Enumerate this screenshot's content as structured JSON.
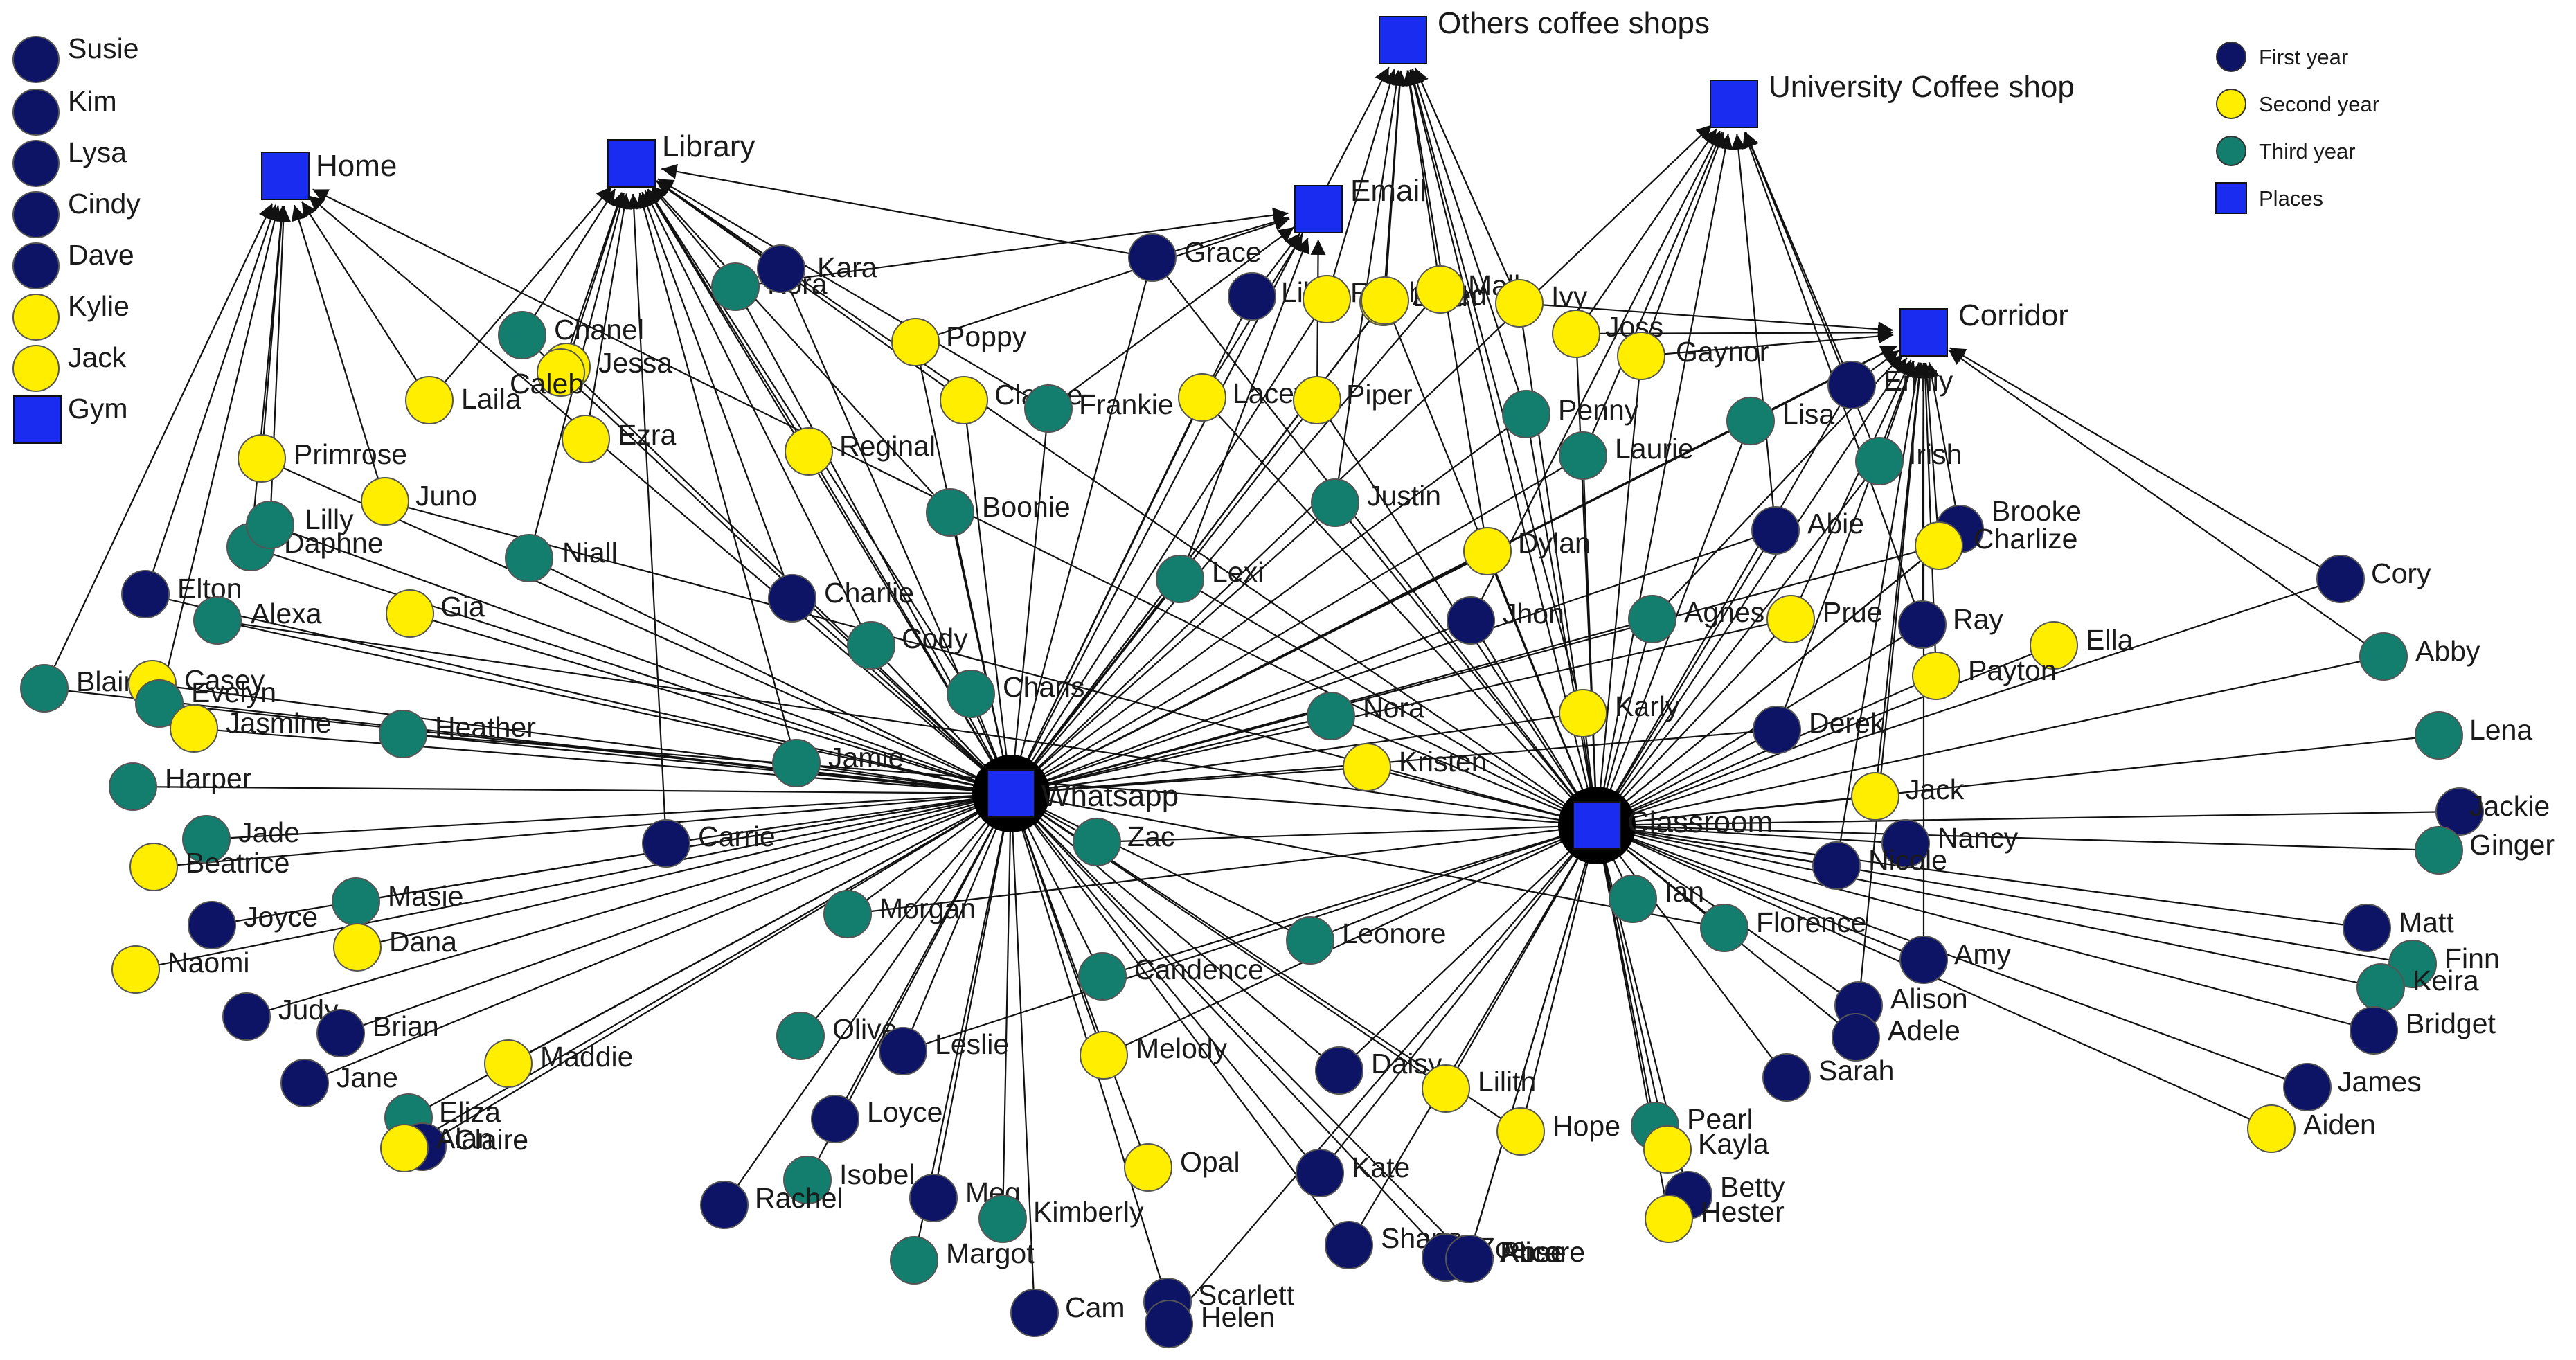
{
  "colors": {
    "first_year": "#0d1466",
    "second_year": "#ffee00",
    "third_year": "#137e6d",
    "place": "#1a2cf0",
    "edge": "#111111",
    "node_stroke": "#555555"
  },
  "legend": {
    "first_year": "First year",
    "second_year": "Second year",
    "third_year": "Third year",
    "places": "Places"
  },
  "places": [
    {
      "id": "whatsapp",
      "label": "Whatsapp"
    },
    {
      "id": "classroom",
      "label": "Classroom"
    },
    {
      "id": "home",
      "label": "Home"
    },
    {
      "id": "library",
      "label": "Library"
    },
    {
      "id": "email",
      "label": "Email"
    },
    {
      "id": "others",
      "label": "Others coffee shops"
    },
    {
      "id": "univ",
      "label": "University Coffee shop"
    },
    {
      "id": "corridor",
      "label": "Corridor"
    },
    {
      "id": "gym",
      "label": "Gym"
    }
  ],
  "isolates": [
    {
      "label": "Susie",
      "year": "first_year"
    },
    {
      "label": "Kim",
      "year": "first_year"
    },
    {
      "label": "Lysa",
      "year": "first_year"
    },
    {
      "label": "Cindy",
      "year": "first_year"
    },
    {
      "label": "Dave",
      "year": "first_year"
    },
    {
      "label": "Kylie",
      "year": "second_year"
    },
    {
      "label": "Jack",
      "year": "second_year"
    }
  ],
  "students": [
    {
      "label": "Grace",
      "year": "first_year",
      "links": [
        "whatsapp",
        "classroom",
        "email",
        "library"
      ]
    },
    {
      "label": "Kora",
      "year": "third_year",
      "links": [
        "whatsapp",
        "library",
        "email"
      ]
    },
    {
      "label": "Kara",
      "year": "first_year",
      "links": [
        "whatsapp",
        "library"
      ]
    },
    {
      "label": "Chanel",
      "year": "third_year",
      "links": [
        "library",
        "whatsapp"
      ]
    },
    {
      "label": "Jessa",
      "year": "second_year",
      "links": [
        "library",
        "whatsapp"
      ]
    },
    {
      "label": "Caleb",
      "year": "second_year",
      "links": [
        "library"
      ]
    },
    {
      "label": "Laila",
      "year": "second_year",
      "links": [
        "home",
        "library"
      ]
    },
    {
      "label": "Poppy",
      "year": "second_year",
      "links": [
        "whatsapp",
        "email"
      ]
    },
    {
      "label": "Clarice",
      "year": "second_year",
      "links": [
        "whatsapp",
        "library"
      ]
    },
    {
      "label": "Frankie",
      "year": "third_year",
      "links": [
        "whatsapp",
        "library",
        "email"
      ]
    },
    {
      "label": "Lacey",
      "year": "second_year",
      "links": [
        "whatsapp",
        "classroom",
        "email"
      ]
    },
    {
      "label": "Piper",
      "year": "second_year",
      "links": [
        "whatsapp",
        "classroom",
        "email"
      ]
    },
    {
      "label": "Lily",
      "year": "first_year",
      "links": [
        "whatsapp",
        "email"
      ]
    },
    {
      "label": "Ralph",
      "year": "second_year",
      "links": [
        "whatsapp",
        "others"
      ]
    },
    {
      "label": "Edith",
      "year": "second_year",
      "links": [
        "whatsapp",
        "others"
      ]
    },
    {
      "label": "Alfred",
      "year": "second_year",
      "links": [
        "whatsapp",
        "classroom",
        "others"
      ]
    },
    {
      "label": "Mall",
      "year": "second_year",
      "links": [
        "whatsapp",
        "others"
      ]
    },
    {
      "label": "Ivy",
      "year": "second_year",
      "links": [
        "classroom",
        "others",
        "corridor"
      ]
    },
    {
      "label": "Joss",
      "year": "second_year",
      "links": [
        "classroom",
        "corridor",
        "univ"
      ]
    },
    {
      "label": "Gaynor",
      "year": "second_year",
      "links": [
        "classroom",
        "corridor",
        "univ"
      ]
    },
    {
      "label": "Ezra",
      "year": "second_year",
      "links": [
        "library"
      ]
    },
    {
      "label": "Primrose",
      "year": "second_year",
      "links": [
        "home",
        "whatsapp"
      ]
    },
    {
      "label": "Juno",
      "year": "second_year",
      "links": [
        "home",
        "classroom"
      ]
    },
    {
      "label": "Reginal",
      "year": "second_year",
      "links": [
        "library",
        "whatsapp"
      ]
    },
    {
      "label": "Boonie",
      "year": "third_year",
      "links": [
        "whatsapp",
        "library"
      ]
    },
    {
      "label": "Penny",
      "year": "third_year",
      "links": [
        "whatsapp",
        "classroom",
        "others"
      ]
    },
    {
      "label": "Laurie",
      "year": "third_year",
      "links": [
        "whatsapp",
        "classroom",
        "univ"
      ]
    },
    {
      "label": "Lisa",
      "year": "third_year",
      "links": [
        "whatsapp",
        "classroom",
        "corridor"
      ]
    },
    {
      "label": "Emily",
      "year": "first_year",
      "links": [
        "classroom",
        "corridor",
        "univ"
      ]
    },
    {
      "label": "Irish",
      "year": "third_year",
      "links": [
        "classroom",
        "corridor",
        "univ"
      ]
    },
    {
      "label": "Daphne",
      "year": "third_year",
      "links": [
        "home",
        "whatsapp"
      ]
    },
    {
      "label": "Lilly",
      "year": "third_year",
      "links": [
        "home",
        "whatsapp"
      ]
    },
    {
      "label": "Niall",
      "year": "third_year",
      "links": [
        "whatsapp",
        "library"
      ]
    },
    {
      "label": "Justin",
      "year": "third_year",
      "links": [
        "whatsapp",
        "classroom",
        "others"
      ]
    },
    {
      "label": "Dylan",
      "year": "second_year",
      "links": [
        "whatsapp",
        "classroom",
        "others"
      ]
    },
    {
      "label": "Abie",
      "year": "first_year",
      "links": [
        "whatsapp",
        "classroom",
        "univ"
      ]
    },
    {
      "label": "Brooke",
      "year": "first_year",
      "links": [
        "classroom",
        "corridor"
      ]
    },
    {
      "label": "Charlize",
      "year": "second_year",
      "links": [
        "classroom",
        "corridor",
        "whatsapp"
      ]
    },
    {
      "label": "Cory",
      "year": "first_year",
      "links": [
        "classroom",
        "corridor"
      ]
    },
    {
      "label": "Elton",
      "year": "first_year",
      "links": [
        "whatsapp",
        "home"
      ]
    },
    {
      "label": "Alexa",
      "year": "third_year",
      "links": [
        "whatsapp",
        "classroom"
      ]
    },
    {
      "label": "Gia",
      "year": "second_year",
      "links": [
        "whatsapp"
      ]
    },
    {
      "label": "Charlie",
      "year": "first_year",
      "links": [
        "whatsapp",
        "library"
      ]
    },
    {
      "label": "Lexi",
      "year": "third_year",
      "links": [
        "whatsapp",
        "classroom",
        "email"
      ]
    },
    {
      "label": "Jhon",
      "year": "first_year",
      "links": [
        "whatsapp",
        "classroom",
        "univ"
      ]
    },
    {
      "label": "Agnes",
      "year": "third_year",
      "links": [
        "whatsapp",
        "classroom",
        "corridor"
      ]
    },
    {
      "label": "Prue",
      "year": "second_year",
      "links": [
        "whatsapp",
        "classroom",
        "corridor"
      ]
    },
    {
      "label": "Ray",
      "year": "first_year",
      "links": [
        "classroom",
        "corridor",
        "univ"
      ]
    },
    {
      "label": "Ella",
      "year": "second_year",
      "links": [
        "classroom"
      ]
    },
    {
      "label": "Abby",
      "year": "third_year",
      "links": [
        "classroom",
        "corridor"
      ]
    },
    {
      "label": "Blair",
      "year": "third_year",
      "links": [
        "whatsapp",
        "home"
      ]
    },
    {
      "label": "Casey",
      "year": "second_year",
      "links": [
        "whatsapp"
      ]
    },
    {
      "label": "Evelyn",
      "year": "third_year",
      "links": [
        "whatsapp",
        "home"
      ]
    },
    {
      "label": "Jasmine",
      "year": "second_year",
      "links": [
        "whatsapp"
      ]
    },
    {
      "label": "Heather",
      "year": "third_year",
      "links": [
        "whatsapp",
        "classroom"
      ]
    },
    {
      "label": "Cody",
      "year": "third_year",
      "links": [
        "whatsapp",
        "library"
      ]
    },
    {
      "label": "Charis",
      "year": "third_year",
      "links": [
        "whatsapp",
        "library"
      ]
    },
    {
      "label": "Nora",
      "year": "third_year",
      "links": [
        "whatsapp",
        "classroom"
      ]
    },
    {
      "label": "Karly",
      "year": "second_year",
      "links": [
        "whatsapp",
        "classroom",
        "others"
      ]
    },
    {
      "label": "Payton",
      "year": "second_year",
      "links": [
        "classroom",
        "corridor"
      ]
    },
    {
      "label": "Derek",
      "year": "first_year",
      "links": [
        "whatsapp",
        "classroom",
        "corridor"
      ]
    },
    {
      "label": "Lena",
      "year": "third_year",
      "links": [
        "classroom"
      ]
    },
    {
      "label": "Harper",
      "year": "third_year",
      "links": [
        "whatsapp"
      ]
    },
    {
      "label": "Jamie",
      "year": "third_year",
      "links": [
        "whatsapp",
        "library"
      ]
    },
    {
      "label": "Kristen",
      "year": "second_year",
      "links": [
        "whatsapp",
        "classroom"
      ]
    },
    {
      "label": "Jack",
      "year": "second_year",
      "links": [
        "classroom",
        "corridor"
      ]
    },
    {
      "label": "Jackie",
      "year": "first_year",
      "links": [
        "classroom"
      ]
    },
    {
      "label": "Jade",
      "year": "third_year",
      "links": [
        "whatsapp"
      ]
    },
    {
      "label": "Beatrice",
      "year": "second_year",
      "links": [
        "whatsapp"
      ]
    },
    {
      "label": "Carrie",
      "year": "first_year",
      "links": [
        "whatsapp",
        "library"
      ]
    },
    {
      "label": "Zac",
      "year": "third_year",
      "links": [
        "whatsapp",
        "classroom"
      ]
    },
    {
      "label": "Nancy",
      "year": "first_year",
      "links": [
        "classroom"
      ]
    },
    {
      "label": "Nicole",
      "year": "first_year",
      "links": [
        "classroom",
        "corridor"
      ]
    },
    {
      "label": "Ginger",
      "year": "third_year",
      "links": [
        "classroom"
      ]
    },
    {
      "label": "Joyce",
      "year": "first_year",
      "links": [
        "whatsapp"
      ]
    },
    {
      "label": "Masie",
      "year": "third_year",
      "links": [
        "whatsapp"
      ]
    },
    {
      "label": "Dana",
      "year": "second_year",
      "links": [
        "whatsapp"
      ]
    },
    {
      "label": "Morgan",
      "year": "third_year",
      "links": [
        "whatsapp",
        "classroom"
      ]
    },
    {
      "label": "Ian",
      "year": "third_year",
      "links": [
        "classroom"
      ]
    },
    {
      "label": "Florence",
      "year": "third_year",
      "links": [
        "classroom",
        "whatsapp"
      ]
    },
    {
      "label": "Matt",
      "year": "first_year",
      "links": [
        "classroom"
      ]
    },
    {
      "label": "Naomi",
      "year": "second_year",
      "links": [
        "whatsapp"
      ]
    },
    {
      "label": "Candence",
      "year": "third_year",
      "links": [
        "whatsapp",
        "classroom"
      ]
    },
    {
      "label": "Leonore",
      "year": "third_year",
      "links": [
        "whatsapp",
        "classroom"
      ]
    },
    {
      "label": "Amy",
      "year": "first_year",
      "links": [
        "classroom",
        "corridor"
      ]
    },
    {
      "label": "Finn",
      "year": "third_year",
      "links": [
        "classroom"
      ]
    },
    {
      "label": "Keira",
      "year": "third_year",
      "links": [
        "classroom"
      ]
    },
    {
      "label": "Judy",
      "year": "first_year",
      "links": [
        "whatsapp"
      ]
    },
    {
      "label": "Brian",
      "year": "first_year",
      "links": [
        "whatsapp"
      ]
    },
    {
      "label": "Olive",
      "year": "third_year",
      "links": [
        "whatsapp"
      ]
    },
    {
      "label": "Leslie",
      "year": "first_year",
      "links": [
        "whatsapp",
        "classroom"
      ]
    },
    {
      "label": "Alison",
      "year": "first_year",
      "links": [
        "classroom",
        "corridor"
      ]
    },
    {
      "label": "Bridget",
      "year": "first_year",
      "links": [
        "classroom"
      ]
    },
    {
      "label": "Maddie",
      "year": "second_year",
      "links": [
        "whatsapp"
      ]
    },
    {
      "label": "Melody",
      "year": "second_year",
      "links": [
        "whatsapp",
        "classroom"
      ]
    },
    {
      "label": "Daisy",
      "year": "first_year",
      "links": [
        "whatsapp",
        "classroom"
      ]
    },
    {
      "label": "Adele",
      "year": "first_year",
      "links": [
        "classroom"
      ]
    },
    {
      "label": "Jane",
      "year": "first_year",
      "links": [
        "whatsapp"
      ]
    },
    {
      "label": "Lilith",
      "year": "second_year",
      "links": [
        "whatsapp",
        "classroom"
      ]
    },
    {
      "label": "Sarah",
      "year": "first_year",
      "links": [
        "classroom"
      ]
    },
    {
      "label": "James",
      "year": "first_year",
      "links": [
        "classroom"
      ]
    },
    {
      "label": "Eliza",
      "year": "third_year",
      "links": [
        "whatsapp"
      ]
    },
    {
      "label": "Claire",
      "year": "first_year",
      "links": [
        "whatsapp"
      ]
    },
    {
      "label": "Alan",
      "year": "second_year",
      "links": [
        "whatsapp"
      ]
    },
    {
      "label": "Loyce",
      "year": "first_year",
      "links": [
        "whatsapp"
      ]
    },
    {
      "label": "Hope",
      "year": "second_year",
      "links": [
        "whatsapp",
        "classroom"
      ]
    },
    {
      "label": "Pearl",
      "year": "third_year",
      "links": [
        "classroom"
      ]
    },
    {
      "label": "Kayla",
      "year": "second_year",
      "links": [
        "classroom"
      ]
    },
    {
      "label": "Aiden",
      "year": "second_year",
      "links": [
        "classroom"
      ]
    },
    {
      "label": "Opal",
      "year": "second_year",
      "links": [
        "whatsapp"
      ]
    },
    {
      "label": "Isobel",
      "year": "third_year",
      "links": [
        "whatsapp"
      ]
    },
    {
      "label": "Kate",
      "year": "first_year",
      "links": [
        "whatsapp",
        "classroom"
      ]
    },
    {
      "label": "Betty",
      "year": "first_year",
      "links": [
        "classroom"
      ]
    },
    {
      "label": "Rachel",
      "year": "first_year",
      "links": [
        "whatsapp"
      ]
    },
    {
      "label": "Meg",
      "year": "first_year",
      "links": [
        "whatsapp"
      ]
    },
    {
      "label": "Kimberly",
      "year": "third_year",
      "links": [
        "whatsapp"
      ]
    },
    {
      "label": "Hester",
      "year": "second_year",
      "links": [
        "classroom"
      ]
    },
    {
      "label": "Shana",
      "year": "first_year",
      "links": [
        "whatsapp",
        "classroom"
      ]
    },
    {
      "label": "Rose",
      "year": "first_year",
      "links": [
        "classroom"
      ]
    },
    {
      "label": "Alice",
      "year": "first_year",
      "links": [
        "classroom"
      ]
    },
    {
      "label": "Margot",
      "year": "third_year",
      "links": [
        "whatsapp"
      ]
    },
    {
      "label": "Zoe",
      "year": "first_year",
      "links": [
        "whatsapp"
      ]
    },
    {
      "label": "Aurore",
      "year": "first_year",
      "links": [
        "whatsapp"
      ]
    },
    {
      "label": "Cam",
      "year": "first_year",
      "links": [
        "whatsapp"
      ]
    },
    {
      "label": "Scarlett",
      "year": "first_year",
      "links": [
        "whatsapp"
      ]
    },
    {
      "label": "Helen",
      "year": "first_year",
      "links": [
        "classroom"
      ]
    }
  ]
}
